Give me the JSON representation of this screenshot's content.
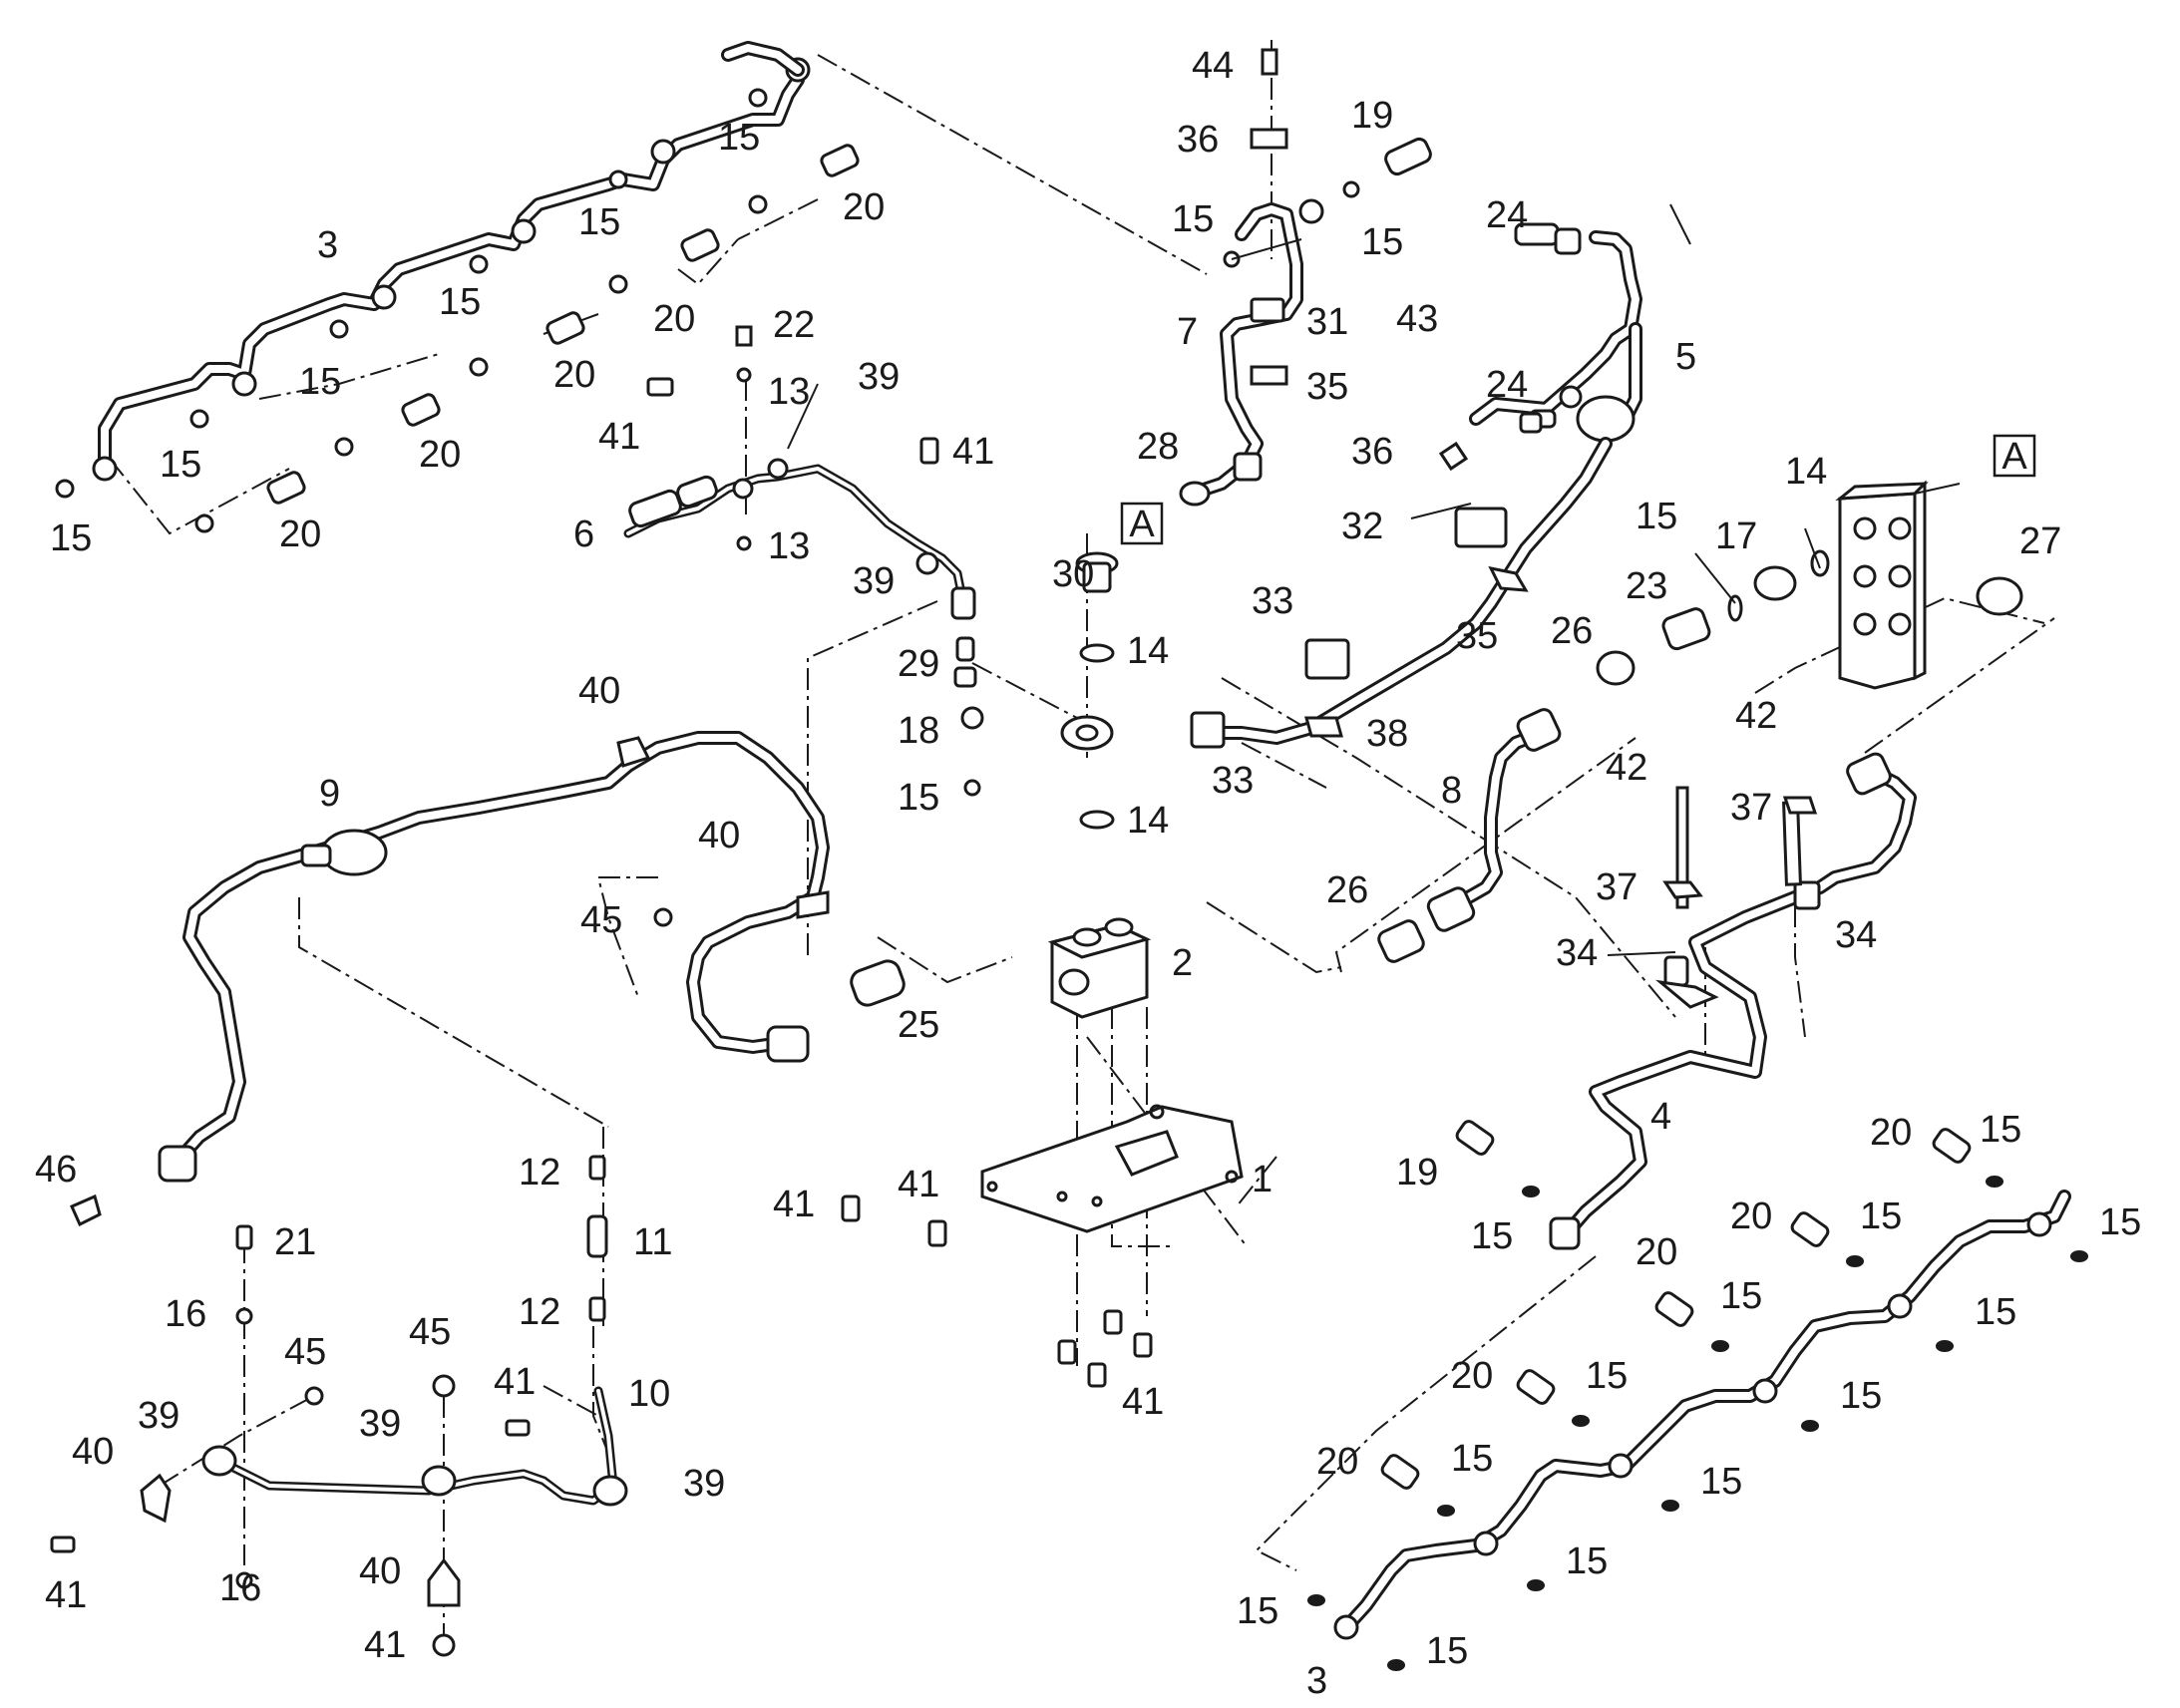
{
  "diagram": {
    "ref_mark": "A",
    "callouts": [
      {
        "id": "c44",
        "label": "44"
      },
      {
        "id": "c36a",
        "label": "36"
      },
      {
        "id": "c19a",
        "label": "19"
      },
      {
        "id": "c15a",
        "label": "15"
      },
      {
        "id": "c15b",
        "label": "15"
      },
      {
        "id": "c24a",
        "label": "24"
      },
      {
        "id": "c7",
        "label": "7"
      },
      {
        "id": "c31",
        "label": "31"
      },
      {
        "id": "c43",
        "label": "43"
      },
      {
        "id": "c5",
        "label": "5"
      },
      {
        "id": "c35a",
        "label": "35"
      },
      {
        "id": "c24b",
        "label": "24"
      },
      {
        "id": "c28",
        "label": "28"
      },
      {
        "id": "c36b",
        "label": "36"
      },
      {
        "id": "c32",
        "label": "32"
      },
      {
        "id": "c33a",
        "label": "33"
      },
      {
        "id": "c35b",
        "label": "35"
      },
      {
        "id": "c15c",
        "label": "15"
      },
      {
        "id": "c17",
        "label": "17"
      },
      {
        "id": "c14a",
        "label": "14"
      },
      {
        "id": "c23",
        "label": "23"
      },
      {
        "id": "c26a",
        "label": "26"
      },
      {
        "id": "c27",
        "label": "27"
      },
      {
        "id": "c3a",
        "label": "3"
      },
      {
        "id": "c15d",
        "label": "15"
      },
      {
        "id": "c15e",
        "label": "15"
      },
      {
        "id": "c15f",
        "label": "15"
      },
      {
        "id": "c15g",
        "label": "15"
      },
      {
        "id": "c15h",
        "label": "15"
      },
      {
        "id": "c15i",
        "label": "15"
      },
      {
        "id": "c20a",
        "label": "20"
      },
      {
        "id": "c20b",
        "label": "20"
      },
      {
        "id": "c20c",
        "label": "20"
      },
      {
        "id": "c20d",
        "label": "20"
      },
      {
        "id": "c20e",
        "label": "20"
      },
      {
        "id": "c22",
        "label": "22"
      },
      {
        "id": "c13a",
        "label": "13"
      },
      {
        "id": "c39a",
        "label": "39"
      },
      {
        "id": "c41a",
        "label": "41"
      },
      {
        "id": "c41b",
        "label": "41"
      },
      {
        "id": "c6",
        "label": "6"
      },
      {
        "id": "c13b",
        "label": "13"
      },
      {
        "id": "c39b",
        "label": "39"
      },
      {
        "id": "c30",
        "label": "30"
      },
      {
        "id": "c14b",
        "label": "14"
      },
      {
        "id": "c29",
        "label": "29"
      },
      {
        "id": "c18",
        "label": "18"
      },
      {
        "id": "c15j",
        "label": "15"
      },
      {
        "id": "c14c",
        "label": "14"
      },
      {
        "id": "c33b",
        "label": "33"
      },
      {
        "id": "c38",
        "label": "38"
      },
      {
        "id": "c40a",
        "label": "40"
      },
      {
        "id": "c9",
        "label": "9"
      },
      {
        "id": "c40b",
        "label": "40"
      },
      {
        "id": "c45a",
        "label": "45"
      },
      {
        "id": "c8",
        "label": "8"
      },
      {
        "id": "c42a",
        "label": "42"
      },
      {
        "id": "c42b",
        "label": "42"
      },
      {
        "id": "c37a",
        "label": "37"
      },
      {
        "id": "c37b",
        "label": "37"
      },
      {
        "id": "c26b",
        "label": "26"
      },
      {
        "id": "c34a",
        "label": "34"
      },
      {
        "id": "c34b",
        "label": "34"
      },
      {
        "id": "c2",
        "label": "2"
      },
      {
        "id": "c25",
        "label": "25"
      },
      {
        "id": "c4",
        "label": "4"
      },
      {
        "id": "c46",
        "label": "46"
      },
      {
        "id": "c12a",
        "label": "12"
      },
      {
        "id": "c11",
        "label": "11"
      },
      {
        "id": "c12b",
        "label": "12"
      },
      {
        "id": "c41c",
        "label": "41"
      },
      {
        "id": "c41d",
        "label": "41"
      },
      {
        "id": "c1",
        "label": "1"
      },
      {
        "id": "c41e",
        "label": "41"
      },
      {
        "id": "c21",
        "label": "21"
      },
      {
        "id": "c16a",
        "label": "16"
      },
      {
        "id": "c45b",
        "label": "45"
      },
      {
        "id": "c45c",
        "label": "45"
      },
      {
        "id": "c39c",
        "label": "39"
      },
      {
        "id": "c40c",
        "label": "40"
      },
      {
        "id": "c39d",
        "label": "39"
      },
      {
        "id": "c41f",
        "label": "41"
      },
      {
        "id": "c10",
        "label": "10"
      },
      {
        "id": "c39e",
        "label": "39"
      },
      {
        "id": "c41g",
        "label": "41"
      },
      {
        "id": "c16b",
        "label": "16"
      },
      {
        "id": "c40d",
        "label": "40"
      },
      {
        "id": "c41h",
        "label": "41"
      },
      {
        "id": "c19b",
        "label": "19"
      },
      {
        "id": "c15k",
        "label": "15"
      },
      {
        "id": "c20f",
        "label": "20"
      },
      {
        "id": "c15l",
        "label": "15"
      },
      {
        "id": "c20g",
        "label": "20"
      },
      {
        "id": "c15m",
        "label": "15"
      },
      {
        "id": "c15n",
        "label": "15"
      },
      {
        "id": "c20h",
        "label": "20"
      },
      {
        "id": "c15o",
        "label": "15"
      },
      {
        "id": "c15p",
        "label": "15"
      },
      {
        "id": "c20i",
        "label": "20"
      },
      {
        "id": "c15q",
        "label": "15"
      },
      {
        "id": "c15r",
        "label": "15"
      },
      {
        "id": "c20j",
        "label": "20"
      },
      {
        "id": "c15s",
        "label": "15"
      },
      {
        "id": "c15t",
        "label": "15"
      },
      {
        "id": "c15u",
        "label": "15"
      },
      {
        "id": "c15v",
        "label": "15"
      },
      {
        "id": "c3b",
        "label": "3"
      },
      {
        "id": "c15w",
        "label": "15"
      }
    ]
  }
}
